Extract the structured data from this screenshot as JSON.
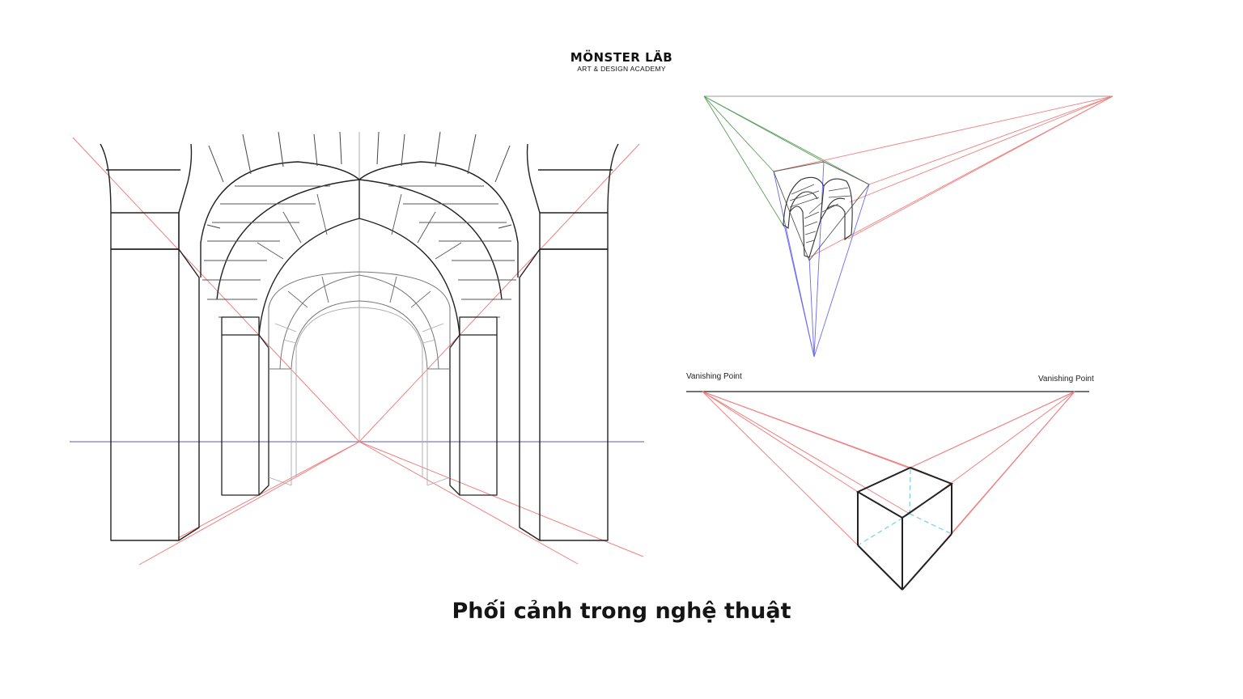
{
  "brand": {
    "name": "MÖNSTER LÄB",
    "tagline": "ART & DESIGN ACADEMY"
  },
  "caption": "Phối cảnh trong nghệ thuật",
  "two_point": {
    "vp_left_label": "Vanishing Point",
    "vp_right_label": "Vanishing Point"
  },
  "colors": {
    "construction_red": "#f08080",
    "horizon_blue": "#5a5ab0",
    "vp_green": "#5aa05a",
    "vp_blue": "#6a6af0",
    "hidden_cyan": "#7fd3e8",
    "ink": "#222222"
  }
}
